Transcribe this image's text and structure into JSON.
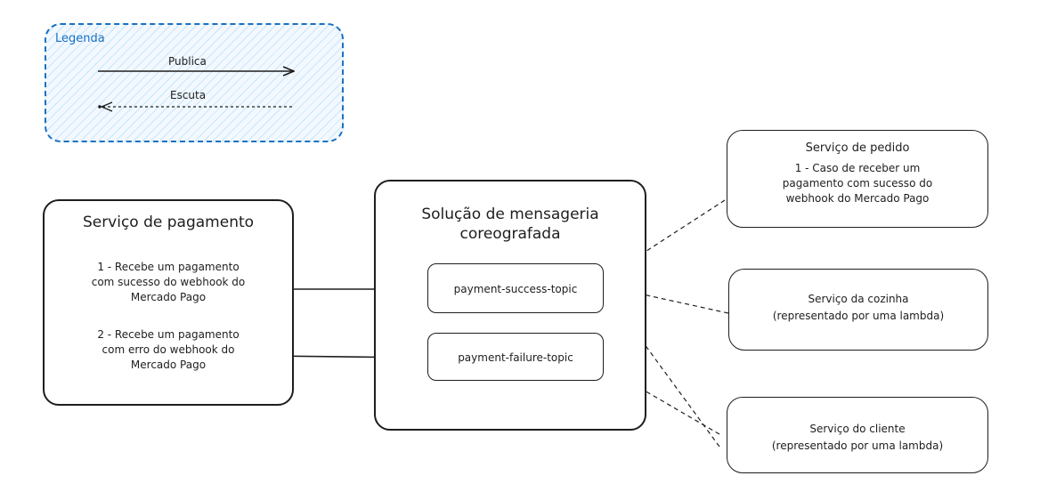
{
  "legend": {
    "title": "Legenda",
    "publish_label": "Publica",
    "listen_label": "Escuta"
  },
  "payment_service": {
    "title": "Serviço de pagamento",
    "item1": "1 - Recebe um pagamento\ncom sucesso do webhook do\nMercado Pago",
    "item2": "2 - Recebe um pagamento\ncom erro do webhook do\nMercado Pago"
  },
  "messaging": {
    "title": "Solução de mensageria\ncoreografada",
    "success_topic": "payment-success-topic",
    "failure_topic": "payment-failure-topic"
  },
  "order_service": {
    "title": "Serviço de pedido",
    "desc": "1 - Caso de receber um\npagamento com sucesso do\nwebhook do Mercado Pago"
  },
  "kitchen_service": {
    "title": "Serviço da cozinha",
    "desc": "(representado por uma lambda)"
  },
  "client_service": {
    "title": "Serviço do cliente",
    "desc": "(representado por uma lambda)"
  },
  "colors": {
    "stroke": "#1e1e1e",
    "legend_border": "#1971c2",
    "legend_fill": "#e7f5ff"
  }
}
